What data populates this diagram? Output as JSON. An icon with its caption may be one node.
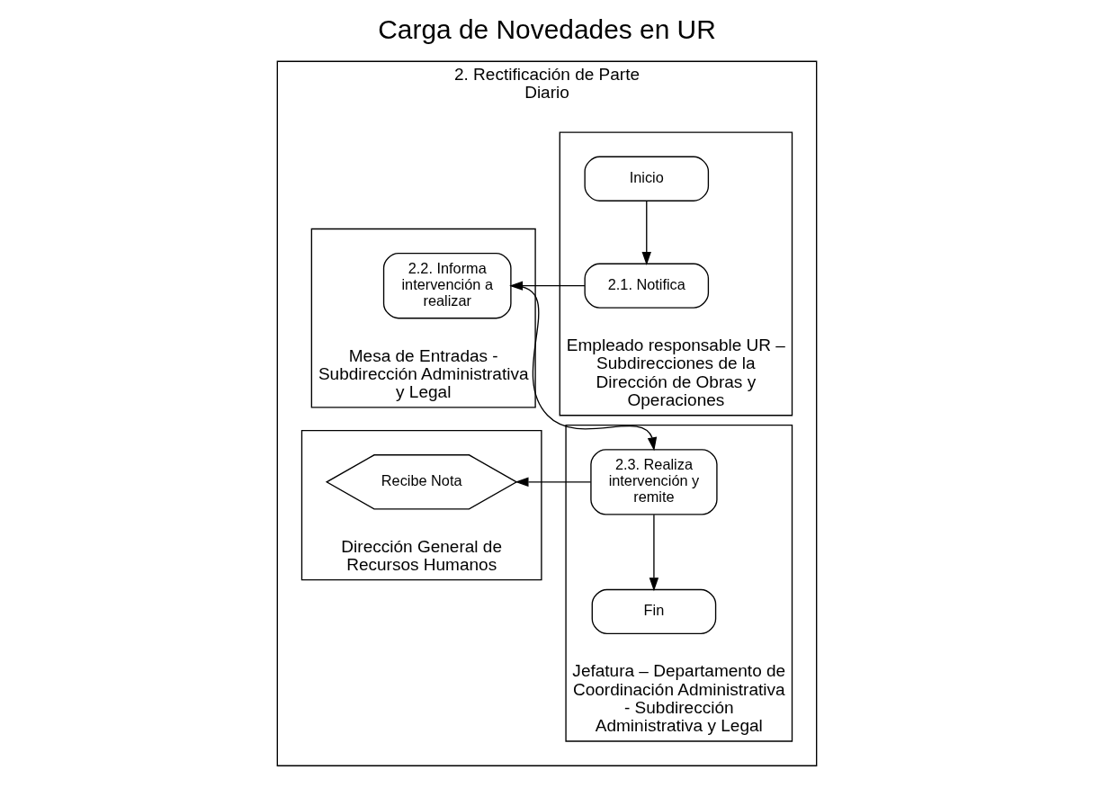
{
  "diagram": {
    "title": "Carga de Novedades en UR",
    "nodes": [
      {
        "text": [
          "2. Rectificación de Parte Diario"
        ]
      },
      {
        "text": [
          "Empleado responsable UR – Subdirecciones de la Dirección de Obras y Operaciones"
        ],
        "in": 0
      },
      {
        "text": [
          "Jefatura – Departamento de Coordinación Administrativa - Subdirección Administrativa y Legal"
        ],
        "in": 0
      },
      {
        "text": [
          "Mesa de Entradas - Subdirección Administrativa y Legal"
        ],
        "in": 0
      },
      {
        "text": [
          "Dirección General de Recursos Humanos"
        ],
        "in": 0
      },
      {
        "text": [
          "Inicio"
        ],
        "in": 1
      },
      {
        "text": [
          "2.1. Notifica"
        ],
        "in": 1
      },
      {
        "text": [
          "2.2. Informa intervención a realizar"
        ],
        "in": 3
      },
      {
        "text": [
          "2.3. Realiza intervención y remite"
        ],
        "in": 2
      },
      {
        "text": [
          "Fin"
        ],
        "in": 2
      },
      {
        "text": [
          "Recibe Nota"
        ],
        "in": 4
      }
    ],
    "edges": [
      {
        "from": 5,
        "to": 6,
        "arrow": "to"
      },
      {
        "from": 6,
        "to": 7,
        "arrow": "to"
      },
      {
        "from": 7,
        "to": 8,
        "arrow": "to"
      },
      {
        "from": 8,
        "to": 10,
        "arrow": "to"
      },
      {
        "from": 8,
        "to": 9,
        "arrow": "to"
      }
    ]
  }
}
